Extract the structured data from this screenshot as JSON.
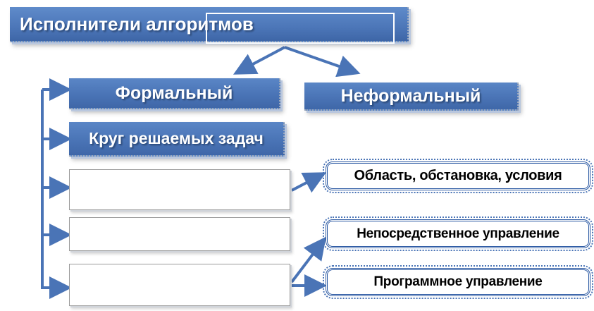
{
  "title": "Исполнители алгоритмов",
  "branches": {
    "formal": "Формальный",
    "informal": "Неформальный"
  },
  "left_column": {
    "tasks": "Круг решаемых задач"
  },
  "right_column": {
    "item1": "Область, обстановка, условия",
    "item2": "Непосредственное управление",
    "item3": "Программное управление"
  },
  "colors": {
    "box_fill": "#4a74b6",
    "arrow": "#4a74b6",
    "frame_border": "#2a58a2",
    "text_on_box": "#ffffff"
  }
}
